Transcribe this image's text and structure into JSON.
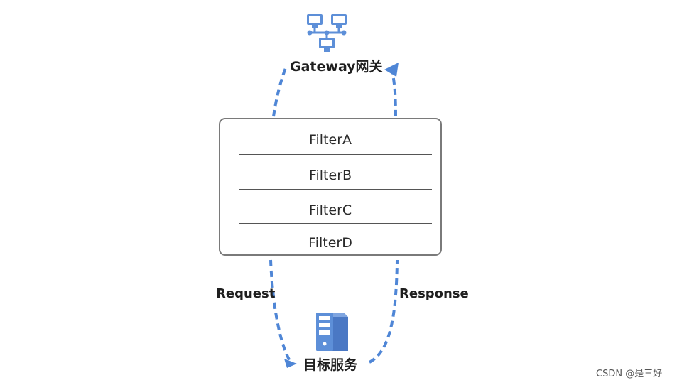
{
  "gateway": {
    "label": "Gateway网关",
    "icon": "network-icon"
  },
  "filters": [
    "FilterA",
    "FilterB",
    "FilterC",
    "FilterD"
  ],
  "flow": {
    "request_label": "Request",
    "response_label": "Response"
  },
  "target": {
    "label": "目标服务",
    "icon": "server-icon"
  },
  "watermark": "CSDN @是三好",
  "colors": {
    "arrow": "#4f86d6",
    "icon": "#5d8fd8",
    "border": "#7a7a7a"
  }
}
